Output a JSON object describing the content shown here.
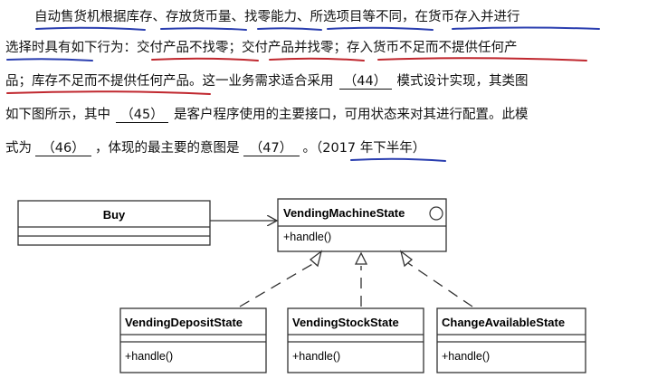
{
  "question": {
    "lines": [
      {
        "segments": [
          "自动售货机根据库存、存放货币量、找零能力、所选项目等不同，在货币存入并进行"
        ]
      },
      {
        "segments": [
          "选择时具有如下行为：交付产品不找零；交付产品并找零；存入货币不足而不提供任何产"
        ]
      },
      {
        "segments": [
          "品；库存不足而不提供任何产品。这一业务需求适合采用",
          "（44）",
          "模式设计实现，其类图"
        ]
      },
      {
        "segments": [
          "如下图所示，其中",
          "（45）",
          "是客户程序使用的主要接口，可用状态来对其进行配置。此模"
        ]
      },
      {
        "segments": [
          "式为",
          "（46）",
          "，体现的最主要的意图是",
          "（47）",
          "。（2017 年下半年）"
        ]
      }
    ]
  },
  "diagram": {
    "client_class": {
      "name": "Buy"
    },
    "state_class": {
      "name": "VendingMachineState",
      "method": "+handle()"
    },
    "concrete_states": [
      {
        "name": "VendingDepositState",
        "method": "+handle()"
      },
      {
        "name": "VendingStockState",
        "method": "+handle()"
      },
      {
        "name": "ChangeAvailableState",
        "method": "+handle()"
      }
    ]
  },
  "colors": {
    "text": "#111111",
    "underline_blue": "#2b3fb0",
    "underline_red": "#c0282f",
    "line": "#333333"
  }
}
